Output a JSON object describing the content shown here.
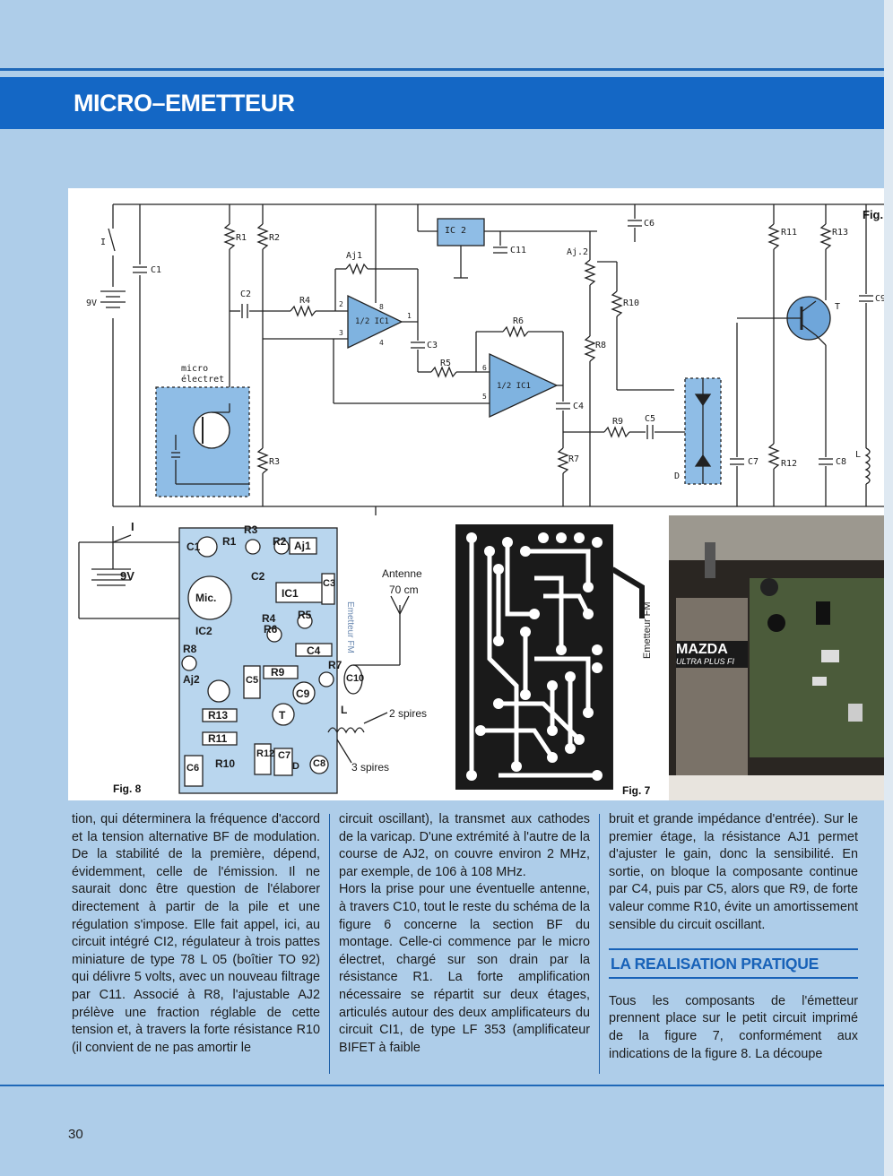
{
  "header": {
    "title": "MICRO–EMETTEUR"
  },
  "schematic": {
    "fig_label": "Fig.",
    "labels": {
      "r1": "R1",
      "r2": "R2",
      "r3": "R3",
      "r4": "R4",
      "r5": "R5",
      "r6": "R6",
      "r7": "R7",
      "r8": "R8",
      "r9": "R9",
      "r10": "R10",
      "r11": "R11",
      "r12": "R12",
      "r13": "R13",
      "c1": "C1",
      "c2": "C2",
      "c3": "C3",
      "c4": "C4",
      "c5": "C5",
      "c6": "C6",
      "c7": "C7",
      "c8": "C8",
      "c9": "C9",
      "c11": "C11",
      "ic2": "IC 2",
      "ic1a": "1/2 IC1",
      "ic1b": "1/2 IC1",
      "aj1": "Aj1",
      "aj2": "Aj.2",
      "switch": "I",
      "battery": "9V",
      "mic1": "micro",
      "mic2": "électret",
      "t": "T",
      "l": "L",
      "d": "D",
      "pin2": "2",
      "pin3": "3",
      "pin8": "8",
      "pin4": "4",
      "pin6": "6",
      "pin5": "5",
      "pin1": "1"
    }
  },
  "fig8": {
    "caption": "Fig. 8",
    "switch": "I",
    "battery": "9V",
    "antenna_label": "Antenne",
    "antenna_len": "70 cm",
    "spires2": "2 spires",
    "spires3": "3 spires",
    "board_text": "Emetteur FM",
    "parts": {
      "c1": "C1",
      "r1": "R1",
      "r3": "R3",
      "r2": "R2",
      "aj1": "Aj1",
      "c2": "C2",
      "mic": "Mic.",
      "ic1": "IC1",
      "c3": "C3",
      "r4": "R4",
      "r5": "R5",
      "ic2": "IC2",
      "r6": "R6",
      "r8": "R8",
      "c4": "C4",
      "aj2": "Aj2",
      "c5": "C5",
      "r9": "R9",
      "r7": "R7",
      "c10": "C10",
      "c9": "C9",
      "r13": "R13",
      "t": "T",
      "l": "L",
      "r11": "R11",
      "c6": "C6",
      "r10": "R10",
      "r12": "R12",
      "c7": "C7",
      "d": "D",
      "c8": "C8"
    }
  },
  "fig7": {
    "caption": "Fig. 7",
    "board_text": "Emetteur FM"
  },
  "photo": {
    "battery_brand": "MAZDA",
    "battery_sub": "ULTRA PLUS FI"
  },
  "columns": {
    "col1": "tion, qui déterminera la fréquence d'accord et la tension alternative BF de modulation. De la stabilité de la première, dépend, évidemment, celle de l'émission. Il ne saurait donc être question de l'élaborer directement à partir de la pile et une régulation s'impose. Elle fait appel, ici, au circuit intégré CI2, régulateur à trois pattes miniature de type 78 L 05 (boîtier TO 92) qui délivre 5 volts, avec un nouveau filtrage par C11. Associé à R8, l'ajustable AJ2 prélève une fraction réglable de cette tension et, à travers la forte résistance R10 (il convient de ne pas amortir le",
    "col2_p1": "circuit oscillant), la transmet aux cathodes de la varicap. D'une extrémité à l'autre de la course de AJ2, on couvre environ 2 MHz, par exemple, de 106 à 108 MHz.",
    "col2_p2": "Hors la prise pour une éventuelle antenne, à travers C10, tout le reste du schéma de la figure 6 concerne la section BF du montage. Celle-ci commence par le micro électret, chargé sur son drain par la résistance R1. La forte amplification nécessaire se répartit sur deux étages, articulés autour des deux amplificateurs du circuit CI1, de type LF 353 (amplificateur BIFET à faible",
    "col3_p1": "bruit et grande impédance d'entrée). Sur le premier étage, la résistance AJ1 permet d'ajuster le gain, donc la sensibilité. En sortie, on bloque la composante continue par C4, puis par C5, alors que R9, de forte valeur comme R10, évite un amortissement sensible du circuit oscillant.",
    "section_title": "LA REALISATION PRATIQUE",
    "col3_p2": "Tous les composants de l'émetteur prennent place sur le petit circuit imprimé de la figure 7, conformément aux indications de la figure 8. La découpe"
  },
  "footer": {
    "page_number": "30"
  },
  "colors": {
    "accent": "#1467c5",
    "background": "#aecde9"
  }
}
